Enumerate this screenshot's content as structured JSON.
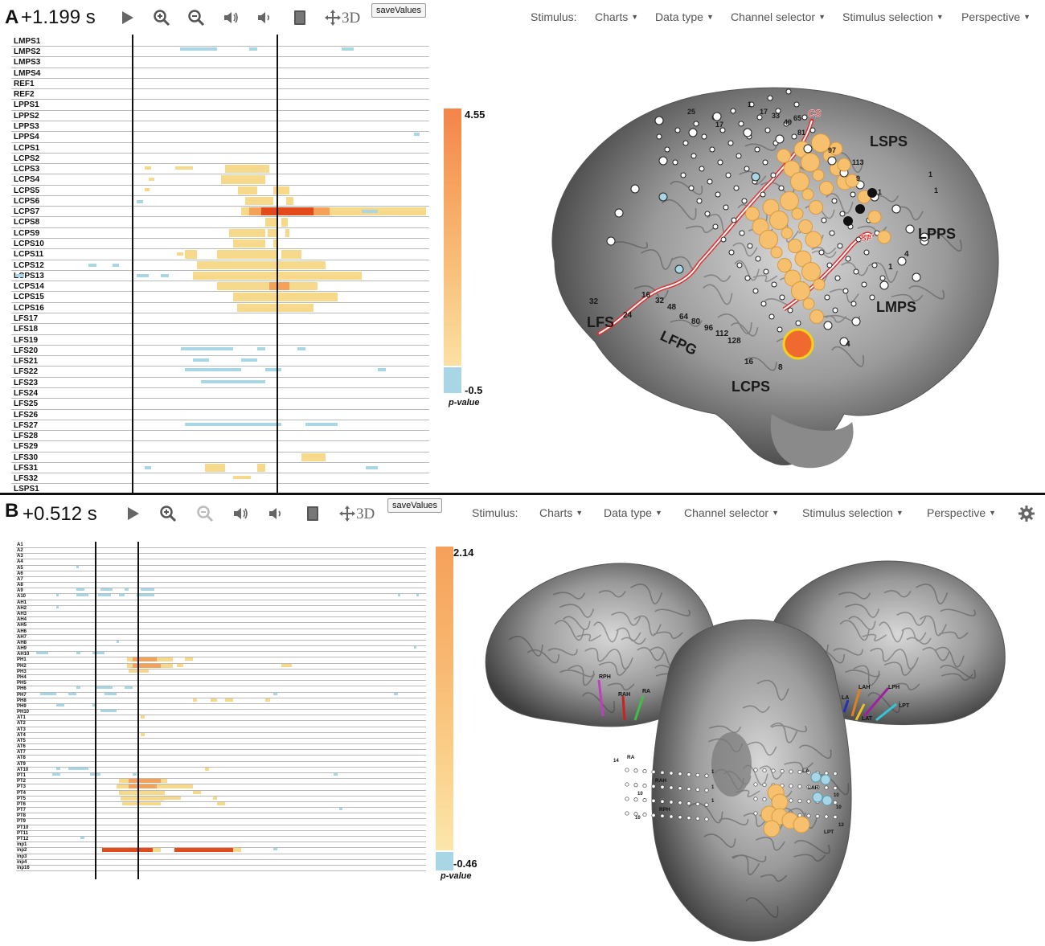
{
  "panelA": {
    "letter": "A",
    "time": "+1.199 s",
    "save_label": "saveValues",
    "label_3d": "3D",
    "menus": [
      "Stimulus:",
      "Charts",
      "Data type",
      "Channel selector",
      "Stimulus selection",
      "Perspective"
    ],
    "channels": [
      "LMPS1",
      "LMPS2",
      "LMPS3",
      "LMPS4",
      "REF1",
      "REF2",
      "LPPS1",
      "LPPS2",
      "LPPS3",
      "LPPS4",
      "LCPS1",
      "LCPS2",
      "LCPS3",
      "LCPS4",
      "LCPS5",
      "LCPS6",
      "LCPS7",
      "LCPS8",
      "LCPS9",
      "LCPS10",
      "LCPS11",
      "LCPS12",
      "LCPS13",
      "LCPS14",
      "LCPS15",
      "LCPS16",
      "LFS17",
      "LFS18",
      "LFS19",
      "LFS20",
      "LFS21",
      "LFS22",
      "LFS23",
      "LFS24",
      "LFS25",
      "LFS26",
      "LFS27",
      "LFS28",
      "LFS29",
      "LFS30",
      "LFS31",
      "LFS32",
      "LSPS1"
    ],
    "colorbar": {
      "max": "4.55",
      "min": "-0.5",
      "pvalue": "p-value"
    },
    "brain_labels": {
      "regions": [
        "LSPS",
        "LPPS",
        "LMPS",
        "LFS",
        "LFPG",
        "LCPS"
      ],
      "sulci": [
        "CS",
        "SF"
      ],
      "numbers": [
        "25",
        "17",
        "1",
        "17",
        "33",
        "49",
        "65",
        "81",
        "97",
        "113",
        "9",
        "1",
        "1",
        "1",
        "4",
        "1",
        "4",
        "8",
        "16",
        "32",
        "24",
        "16",
        "32",
        "48",
        "64",
        "80",
        "96",
        "112",
        "128"
      ]
    }
  },
  "panelB": {
    "letter": "B",
    "time": "+0.512 s",
    "save_label": "saveValues",
    "label_3d": "3D",
    "menus": [
      "Stimulus:",
      "Charts",
      "Data type",
      "Channel selector",
      "Stimulus selection",
      "Perspective"
    ],
    "channels": [
      "A1",
      "A2",
      "A3",
      "A4",
      "A5",
      "A6",
      "A7",
      "A8",
      "A9",
      "A10",
      "AH1",
      "AH2",
      "AH3",
      "AH4",
      "AH5",
      "AH6",
      "AH7",
      "AH8",
      "AH9",
      "AH10",
      "PH1",
      "PH2",
      "PH3",
      "PH4",
      "PH5",
      "PH6",
      "PH7",
      "PH8",
      "PH9",
      "PH10",
      "AT1",
      "AT2",
      "AT3",
      "AT4",
      "AT5",
      "AT6",
      "AT7",
      "AT8",
      "AT9",
      "AT10",
      "PT1",
      "PT2",
      "PT3",
      "PT4",
      "PT5",
      "PT6",
      "PT7",
      "PT8",
      "PT9",
      "PT10",
      "PT11",
      "PT12",
      "inp1",
      "inp2",
      "inp3",
      "inp4",
      "inp16"
    ],
    "colorbar": {
      "max": "2.14",
      "min": "-0.46",
      "pvalue": "p-value"
    },
    "electrodes_right": [
      "RPH",
      "RAH",
      "RA"
    ],
    "electrodes_left": [
      "LA",
      "LAH",
      "LPH",
      "LAT",
      "LPT"
    ],
    "electrodes_bottom": [
      "RA",
      "RAH",
      "RPH",
      "LA",
      "LAH",
      "LPT"
    ],
    "bottom_numbers": [
      "14",
      "10",
      "10",
      "1",
      "1",
      "1",
      "10",
      "10",
      "12"
    ]
  },
  "colors": {
    "toolbar_text": "#555555",
    "heat_light": "#f7d98b",
    "heat_mid": "#f4a259",
    "heat_high": "#e24a1c",
    "negative": "#a9d6e5",
    "sulcus_line": "#e03030",
    "electrode_fill": "#f6c06e",
    "hot_electrode": "#f06a30"
  }
}
